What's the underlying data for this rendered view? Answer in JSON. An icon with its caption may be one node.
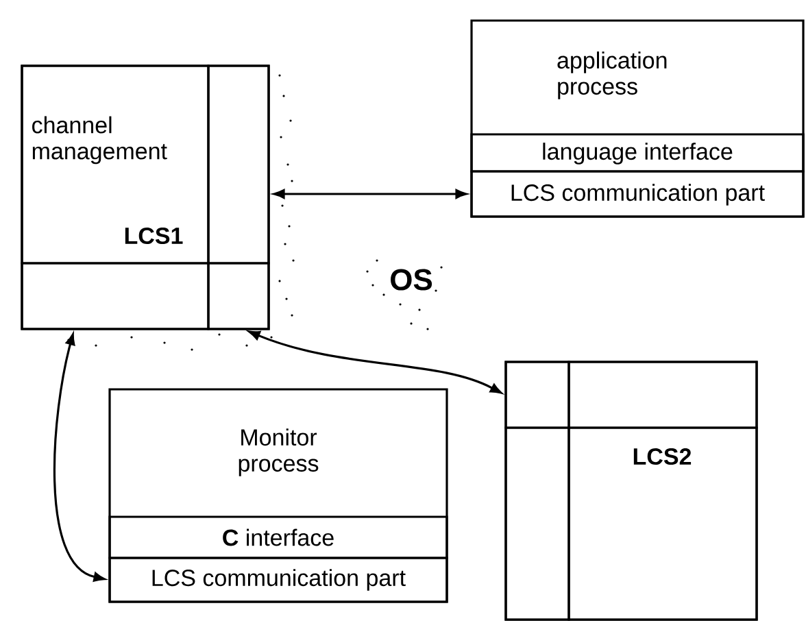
{
  "diagram": {
    "nodes": [
      {
        "text": [],
        "shape": "box"
      },
      {
        "text": [
          "channel management",
          "**LCS1**"
        ],
        "in": 0
      },
      {
        "text": [],
        "shape": "box",
        "in": 0
      },
      {
        "text": [],
        "shape": "box",
        "in": 0
      },
      {
        "text": [],
        "shape": "box",
        "in": 0
      },
      {
        "text": [
          "application process"
        ]
      },
      {
        "text": [
          "language interface"
        ],
        "in": 5
      },
      {
        "text": [
          "LCS communication part"
        ],
        "in": 5
      },
      {
        "text": [
          "Monitor process"
        ]
      },
      {
        "text": [
          "**C** interface"
        ],
        "in": 8
      },
      {
        "text": [
          "LCS communication part"
        ],
        "in": 8
      },
      {
        "text": [],
        "shape": "box"
      },
      {
        "text": [],
        "shape": "box",
        "in": 11
      },
      {
        "text": [],
        "shape": "box",
        "in": 11
      },
      {
        "text": [],
        "shape": "box",
        "in": 11
      },
      {
        "text": [
          "**LCS2**"
        ],
        "in": 11
      }
    ],
    "edges": [
      {
        "from": 2,
        "to": 7,
        "arrow": "both"
      },
      {
        "from": 3,
        "to": 10,
        "arrow": "both"
      },
      {
        "from": 4,
        "to": 12,
        "arrow": "both"
      }
    ],
    "labels": [
      "**OS**"
    ]
  }
}
